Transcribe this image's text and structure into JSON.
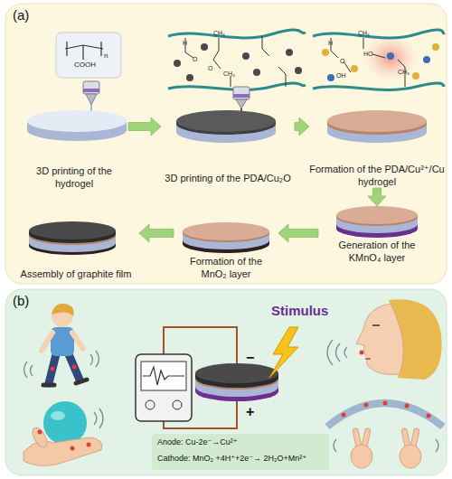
{
  "diagram": {
    "nodes": [
      {
        "text": [
          "3D printing of the hydrogel"
        ]
      },
      {
        "text": [
          "3D printing of the PDA/Cu₂O"
        ]
      },
      {
        "text": [
          "Formation of the PDA/Cu²⁺/Cu hydrogel"
        ]
      },
      {
        "text": [
          "Generation of the KMnO₄ layer"
        ]
      },
      {
        "text": [
          "Formation of the MnO₂ layer"
        ]
      },
      {
        "text": [
          "Assembly of graphite film"
        ]
      }
    ],
    "edges": [
      {
        "from": 0,
        "to": 1,
        "arrow": "to"
      },
      {
        "from": 1,
        "to": 2,
        "arrow": "to"
      },
      {
        "from": 2,
        "to": 3,
        "arrow": "to"
      },
      {
        "from": 3,
        "to": 4,
        "arrow": "to"
      },
      {
        "from": 4,
        "to": 5,
        "arrow": "to"
      }
    ],
    "labels": [
      "(a)",
      "n",
      "COOH",
      "H",
      "CH₃",
      "O",
      "O",
      "CH₃",
      "H",
      "CH₃",
      "HO",
      "OH",
      "O",
      "CH₃",
      "(b)",
      "Stimulus",
      "−",
      "+",
      "Anode: Cu-2e⁻→Cu²⁺",
      "Cathode: MnO₂ +4H⁺+2e⁻→ 2H₂O+Mn²⁺"
    ]
  }
}
